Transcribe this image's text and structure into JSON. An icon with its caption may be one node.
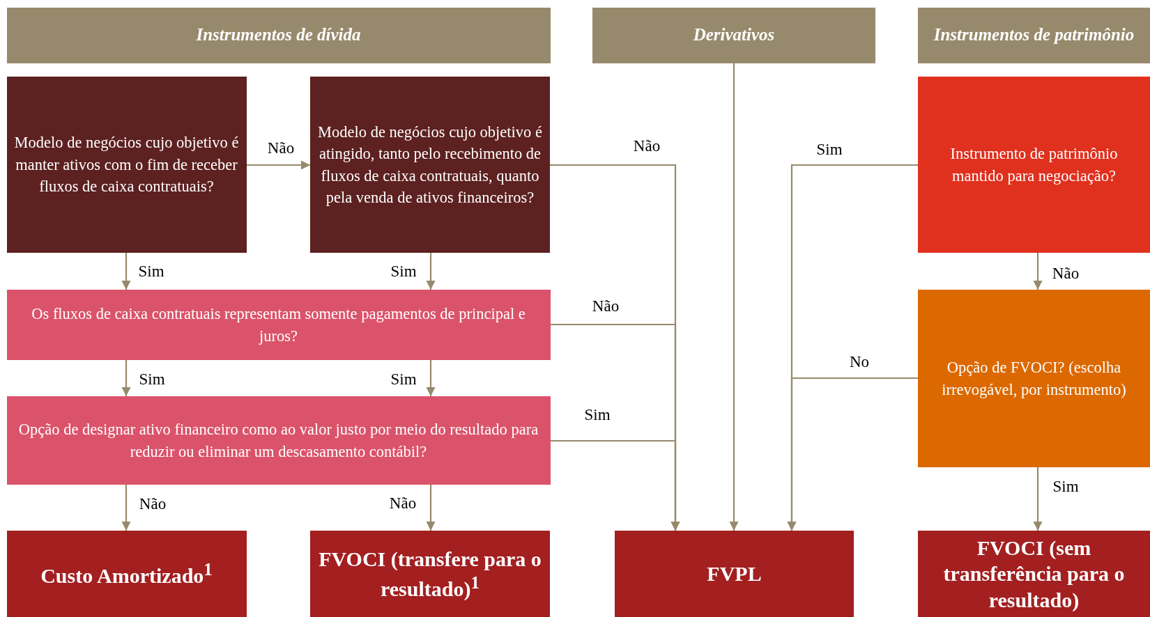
{
  "diagram": {
    "nodes": [
      {
        "text": [
          "Instrumentos de dívida"
        ]
      },
      {
        "text": [
          "Derivativos"
        ]
      },
      {
        "text": [
          "Instrumentos de patrimônio"
        ]
      },
      {
        "text": [
          "Modelo de negócios cujo objetivo é manter ativos com o fim de receber fluxos de caixa contratuais?"
        ]
      },
      {
        "text": [
          "Modelo de negócios cujo objetivo é atingido, tanto pelo recebimento de fluxos de caixa contratuais, quanto pela venda de ativos financeiros?"
        ]
      },
      {
        "text": [
          "Instrumento de patrimônio mantido para negociação?"
        ]
      },
      {
        "text": [
          "Os fluxos de caixa contratuais representam somente pagamentos de principal e juros?"
        ]
      },
      {
        "text": [
          "Opção de FVOCI? (escolha irrevogável, por instrumento)"
        ]
      },
      {
        "text": [
          "Opção de designar ativo financeiro como ao valor justo por meio do resultado para reduzir ou eliminar um descasamento contábil?"
        ]
      },
      {
        "text": [
          "Custo Amortizado$^{1}$"
        ]
      },
      {
        "text": [
          "FVOCI (transfere para o resultado)$^{1}$"
        ]
      },
      {
        "text": [
          "FVPL"
        ]
      },
      {
        "text": [
          "FVOCI (sem transferência para o resultado)"
        ]
      }
    ],
    "edges": [
      {
        "from": 3,
        "to": 4,
        "arrow": "to",
        "label": "Não"
      },
      {
        "from": 3,
        "to": 6,
        "arrow": "to",
        "label": "Sim"
      },
      {
        "from": 4,
        "to": 6,
        "arrow": "to",
        "label": "Sim"
      },
      {
        "from": 4,
        "to": 11,
        "arrow": "to",
        "label": "Não"
      },
      {
        "from": 6,
        "to": 8,
        "arrow": "to",
        "label": "Sim"
      },
      {
        "from": 6,
        "to": 8,
        "arrow": "to",
        "label": "Sim"
      },
      {
        "from": 6,
        "to": 11,
        "arrow": "to",
        "label": "Não"
      },
      {
        "from": 8,
        "to": 9,
        "arrow": "to",
        "label": "Não"
      },
      {
        "from": 8,
        "to": 10,
        "arrow": "to",
        "label": "Não"
      },
      {
        "from": 8,
        "to": 11,
        "arrow": "to",
        "label": "Sim"
      },
      {
        "from": 1,
        "to": 11,
        "arrow": "to"
      },
      {
        "from": 5,
        "to": 11,
        "arrow": "to",
        "label": "Sim"
      },
      {
        "from": 5,
        "to": 7,
        "arrow": "to",
        "label": "Não"
      },
      {
        "from": 7,
        "to": 11,
        "arrow": "to",
        "label": "No"
      },
      {
        "from": 7,
        "to": 12,
        "arrow": "to",
        "label": "Sim"
      }
    ]
  }
}
